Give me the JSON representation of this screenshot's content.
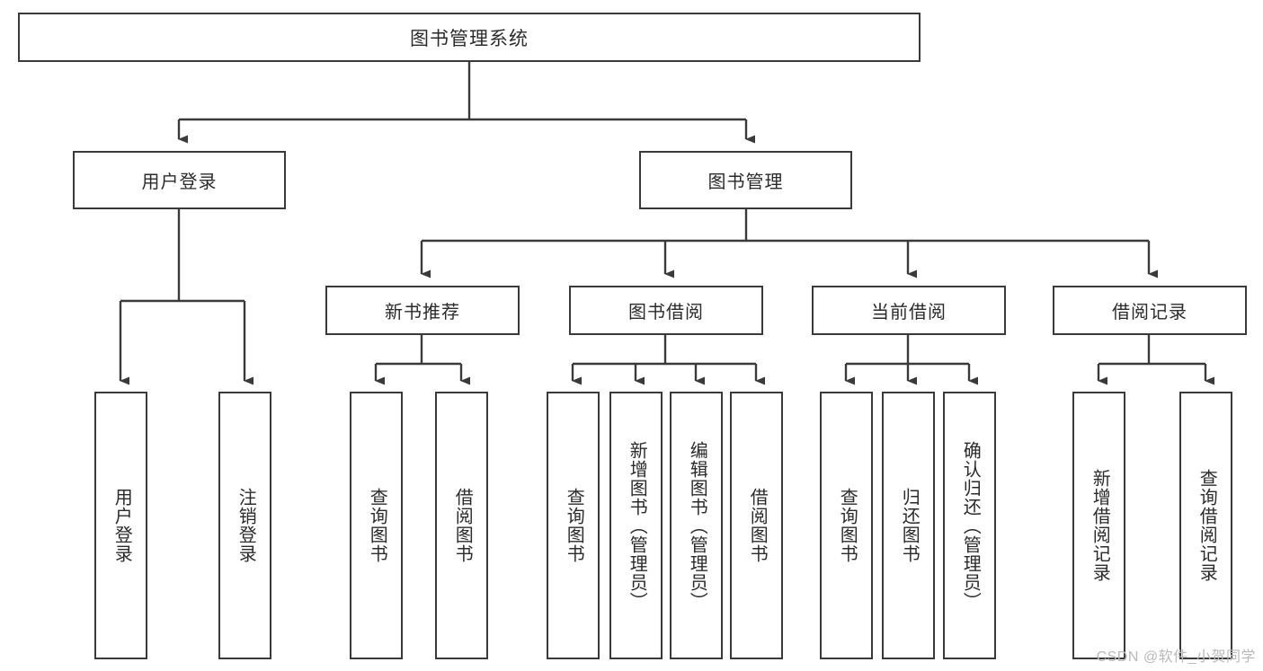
{
  "diagram": {
    "title": "图书管理系统",
    "type": "hierarchy-tree",
    "watermark": "CSDN @软件_小贺同学",
    "colors": {
      "border": "#3a3a3a",
      "text": "#2b2b2b",
      "background": "#ffffff",
      "watermark": "#b9b9b9"
    },
    "root": {
      "label": "图书管理系统"
    },
    "level2": [
      {
        "label": "用户登录"
      },
      {
        "label": "图书管理"
      }
    ],
    "level3": [
      {
        "label": "新书推荐"
      },
      {
        "label": "图书借阅"
      },
      {
        "label": "当前借阅"
      },
      {
        "label": "借阅记录"
      }
    ],
    "leaves": {
      "user_login": [
        {
          "label": "用户登录"
        },
        {
          "label": "注销登录"
        }
      ],
      "new_book": [
        {
          "label": "查询图书"
        },
        {
          "label": "借阅图书"
        }
      ],
      "book_borrow": [
        {
          "label": "查询图书"
        },
        {
          "label": "新增图书（管理员）"
        },
        {
          "label": "编辑图书（管理员）"
        },
        {
          "label": "借阅图书"
        }
      ],
      "current_borrow": [
        {
          "label": "查询图书"
        },
        {
          "label": "归还图书"
        },
        {
          "label": "确认归还（管理员）"
        }
      ],
      "borrow_record": [
        {
          "label": "新增借阅记录"
        },
        {
          "label": "查询借阅记录"
        }
      ]
    }
  }
}
